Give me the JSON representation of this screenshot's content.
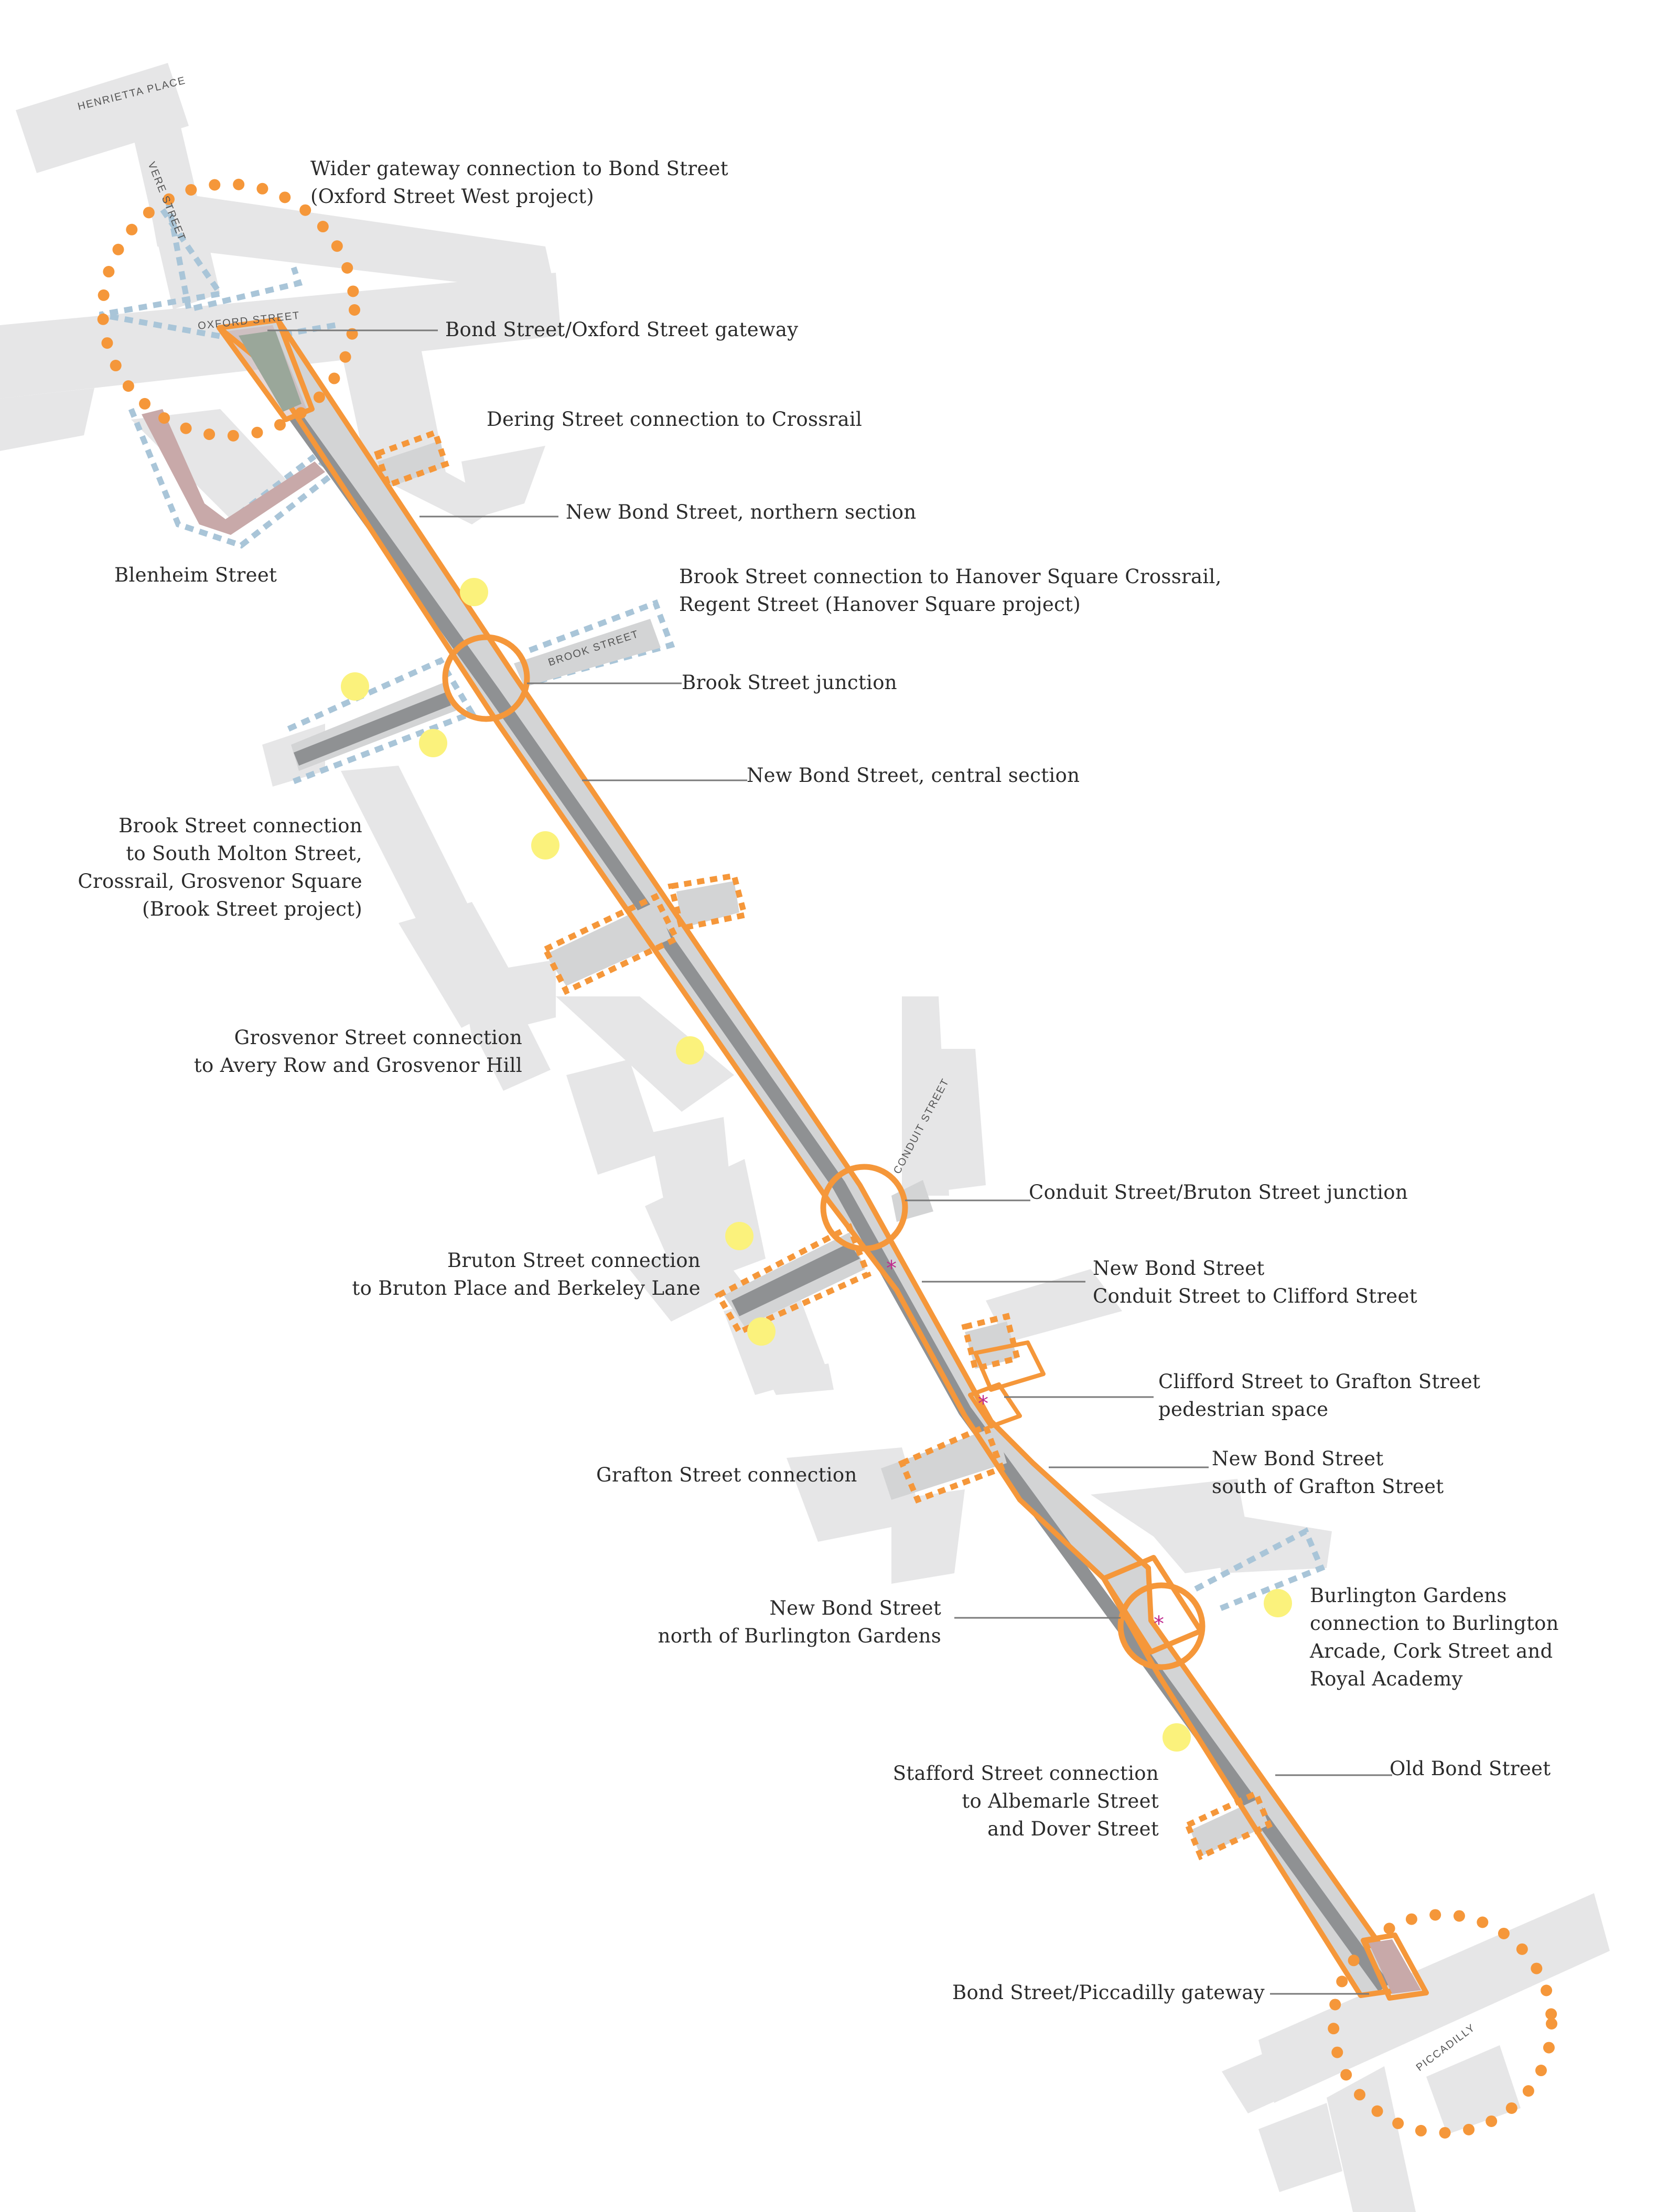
{
  "colors": {
    "route_outline": "#f5973a",
    "connection_dashed": "#f5973a",
    "project_link_dashed": "#a9c5d8",
    "street_block": "#e6e6e7",
    "carriageway": "#8f9193",
    "footway": "#d3d4d5",
    "amenity_marker": "#fbf27c",
    "leader_line": "#7a7a7a",
    "gateway_paving": "#c8a9a9",
    "highlight_asterisk": "#c02a8e"
  },
  "street_labels": {
    "henrietta_place": "HENRIETTA PLACE",
    "vere_street": "VERE STREET",
    "oxford_street": "OXFORD STREET",
    "brook_street": "BROOK STREET",
    "conduit_street": "CONDUIT STREET",
    "piccadilly": "PICCADILLY"
  },
  "callouts": {
    "wider_gateway": "Wider gateway connection to Bond Street\n(Oxford Street West project)",
    "oxford_gateway": "Bond Street/Oxford Street gateway",
    "dering_street": "Dering Street connection to Crossrail",
    "northern_section": "New Bond Street, northern section",
    "blenheim_street": "Blenheim Street",
    "brook_hanover": "Brook Street connection to Hanover Square Crossrail,\nRegent Street (Hanover Square project)",
    "brook_junction": "Brook Street junction",
    "central_section": "New Bond Street, central section",
    "brook_south_molton": "Brook Street connection\nto South Molton Street,\nCrossrail, Grosvenor Square\n(Brook Street project)",
    "grosvenor_street": "Grosvenor Street connection\nto Avery Row and Grosvenor Hill",
    "conduit_bruton_junction": "Conduit Street/Bruton Street junction",
    "bruton_street": "Bruton Street connection\nto Bruton Place and Berkeley Lane",
    "conduit_to_clifford": "New Bond Street\nConduit Street to Clifford Street",
    "clifford_to_grafton": "Clifford Street to Grafton Street\npedestrian space",
    "grafton_street": "Grafton Street connection",
    "south_of_grafton": "New Bond Street\nsouth of Grafton Street",
    "north_of_burlington": "New Bond Street\nnorth of Burlington Gardens",
    "burlington_gardens": "Burlington Gardens\nconnection to Burlington\nArcade, Cork Street and\nRoyal Academy",
    "stafford_street": "Stafford Street connection\nto Albemarle Street\nand Dover Street",
    "old_bond_street": "Old Bond Street",
    "piccadilly_gateway": "Bond Street/Piccadilly gateway"
  }
}
